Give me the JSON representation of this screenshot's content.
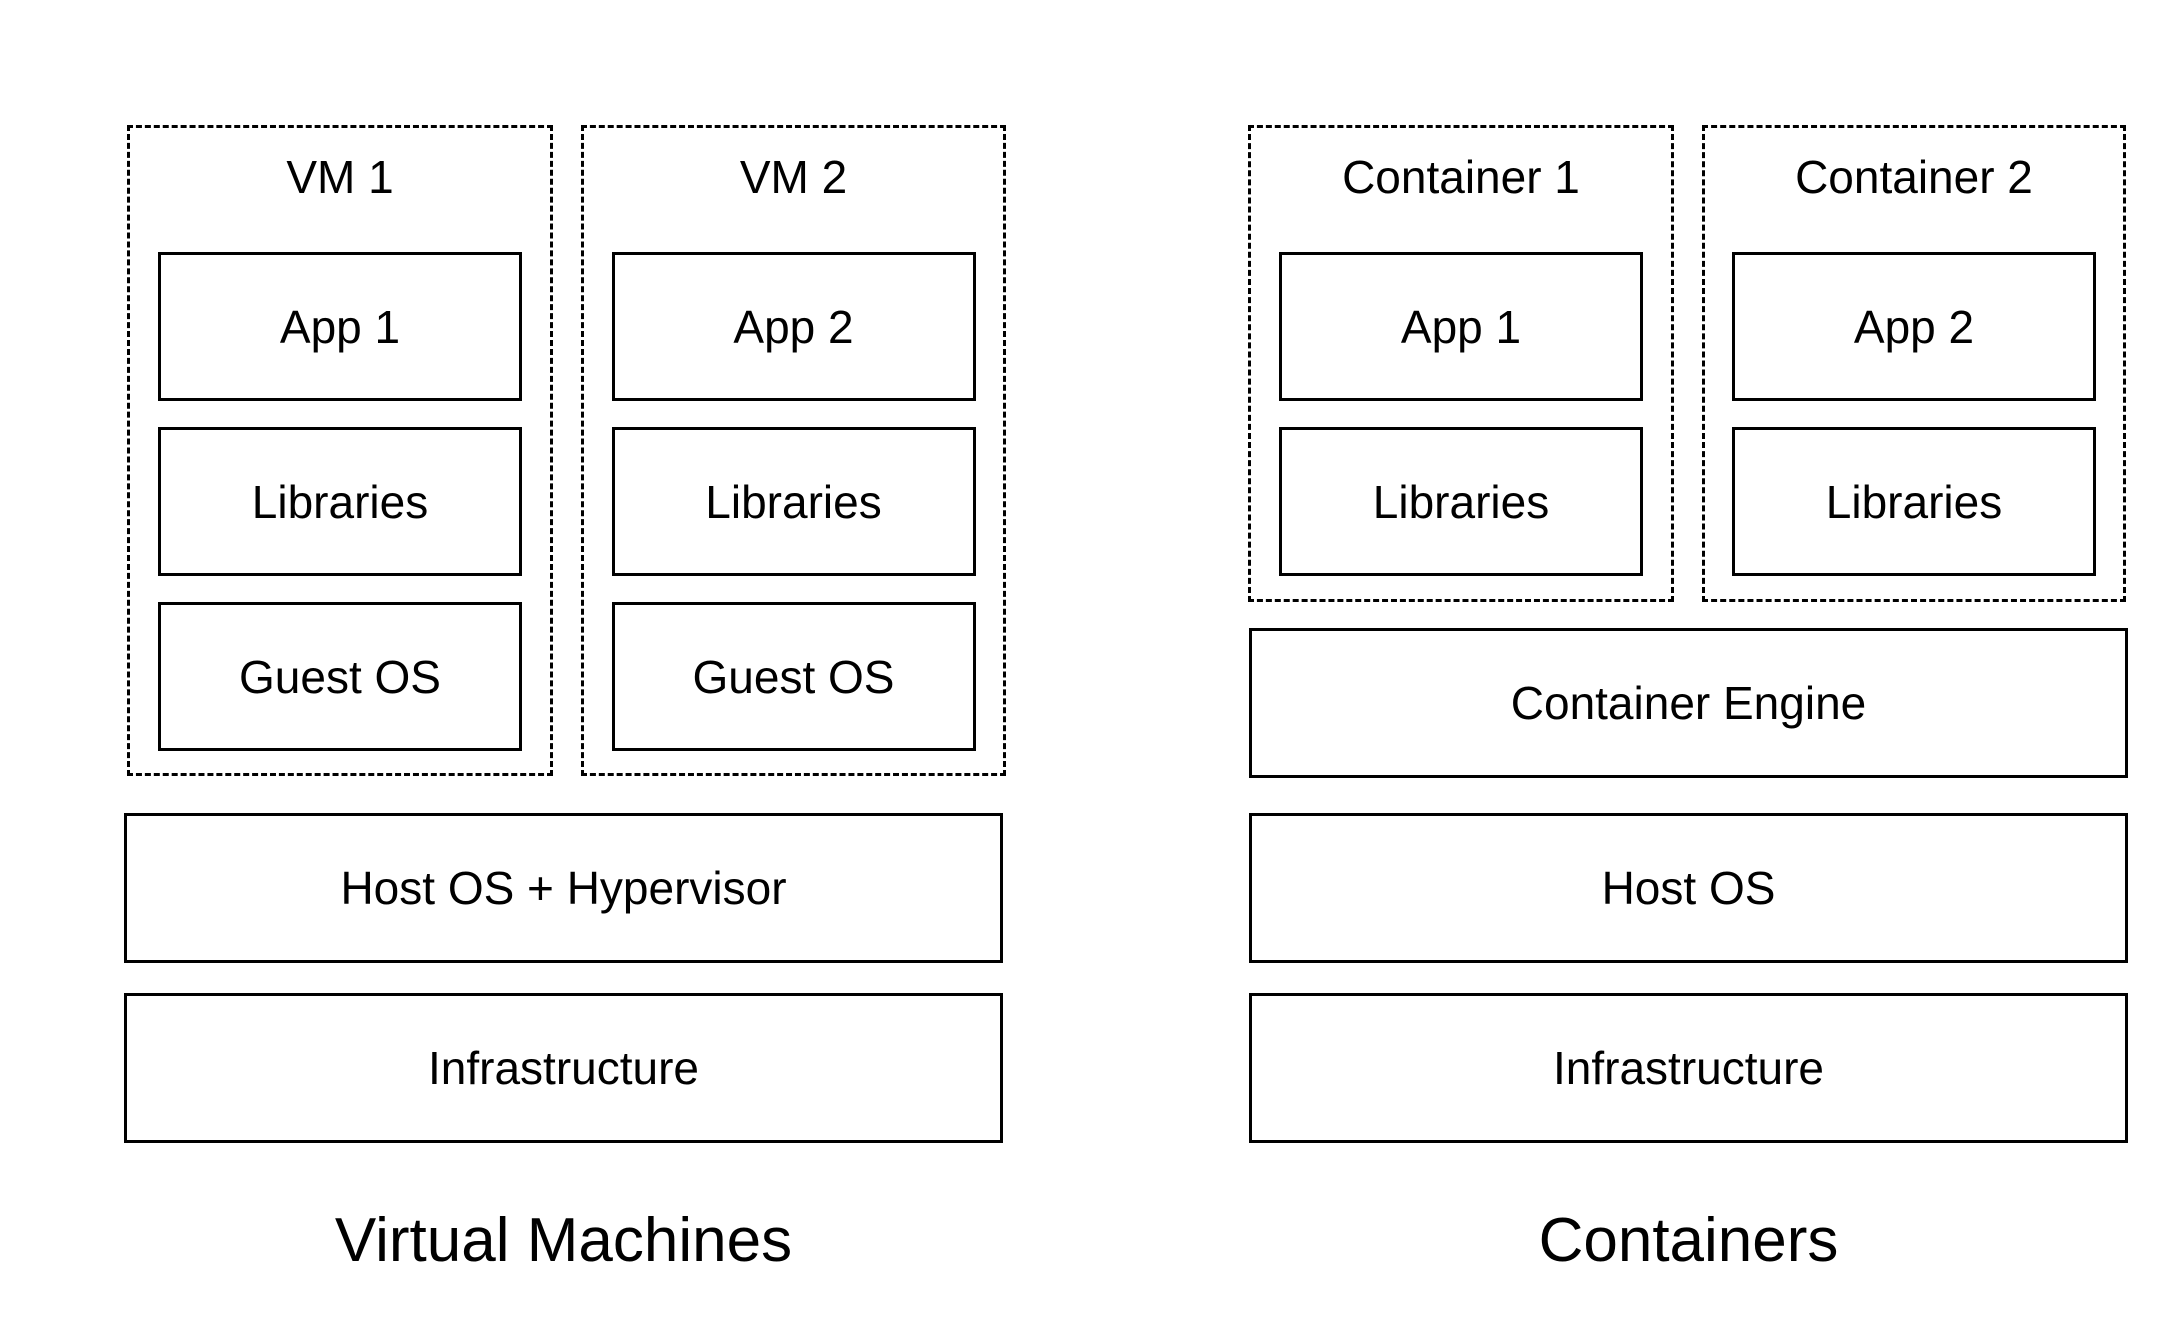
{
  "colors": {
    "line": "#000000",
    "text": "#000000",
    "background": "#ffffff",
    "box_fill": "#ffffff"
  },
  "left_diagram": {
    "caption": "Virtual Machines",
    "groups": [
      {
        "title": "VM 1",
        "layers": [
          "App 1",
          "Libraries",
          "Guest OS"
        ]
      },
      {
        "title": "VM 2",
        "layers": [
          "App 2",
          "Libraries",
          "Guest OS"
        ]
      }
    ],
    "base_layers": [
      "Host OS + Hypervisor",
      "Infrastructure"
    ]
  },
  "right_diagram": {
    "caption": "Containers",
    "groups": [
      {
        "title": "Container 1",
        "layers": [
          "App 1",
          "Libraries"
        ]
      },
      {
        "title": "Container 2",
        "layers": [
          "App 2",
          "Libraries"
        ]
      }
    ],
    "base_layers": [
      "Container Engine",
      "Host OS",
      "Infrastructure"
    ]
  }
}
